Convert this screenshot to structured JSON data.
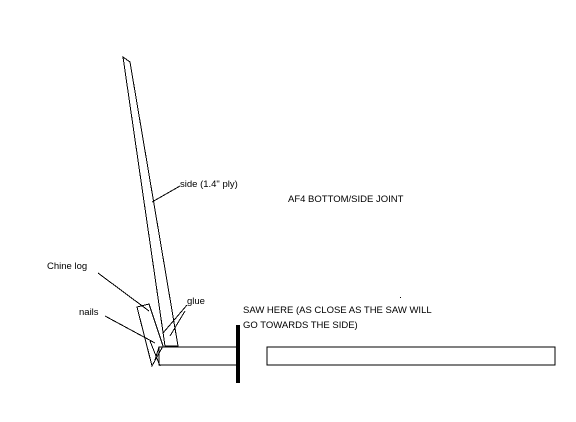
{
  "diagram": {
    "title": "AF4 BOTTOM/SIDE JOINT",
    "labels": {
      "side": "side (1.4\" ply)",
      "chine_log": "Chine log",
      "nails": "nails",
      "glue": "glue",
      "saw_line1": "SAW HERE (AS CLOSE AS THE SAW WILL",
      "saw_line2": "GO TOWARDS THE SIDE)"
    },
    "colors": {
      "background": "#ffffff",
      "line": "#000000"
    }
  }
}
